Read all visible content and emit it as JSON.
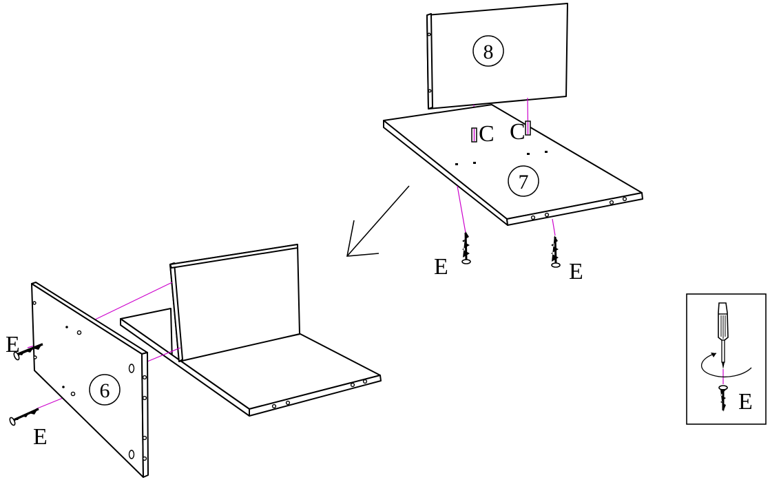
{
  "parts": {
    "panel_6": "6",
    "panel_7": "7",
    "panel_8": "8"
  },
  "hardware": {
    "cam_label": "C",
    "screw_label": "E"
  },
  "colors": {
    "line": "#000000",
    "guide": "#cc00cc",
    "background": "#ffffff"
  },
  "icons": [
    "screwdriver-icon",
    "rotation-arrow-icon",
    "screw-icon",
    "cam-dowel-icon",
    "direction-arrow-icon"
  ]
}
